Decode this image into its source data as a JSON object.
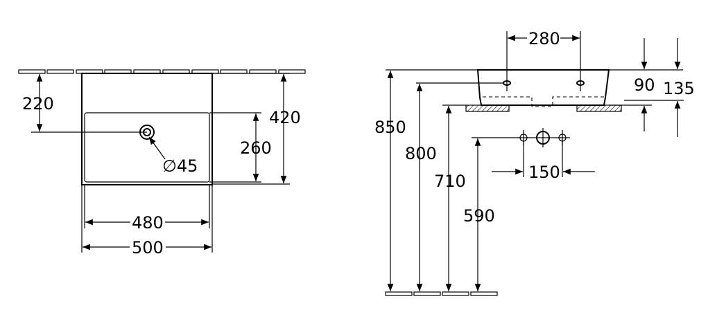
{
  "dimensions": {
    "front": {
      "d220": "220",
      "d420": "420",
      "d260": "260",
      "d45": "∅45",
      "d480": "480",
      "d500": "500"
    },
    "side": {
      "d280": "280",
      "d90": "90",
      "d135": "135",
      "d850": "850",
      "d800": "800",
      "d710": "710",
      "d590": "590",
      "d150": "150"
    }
  }
}
